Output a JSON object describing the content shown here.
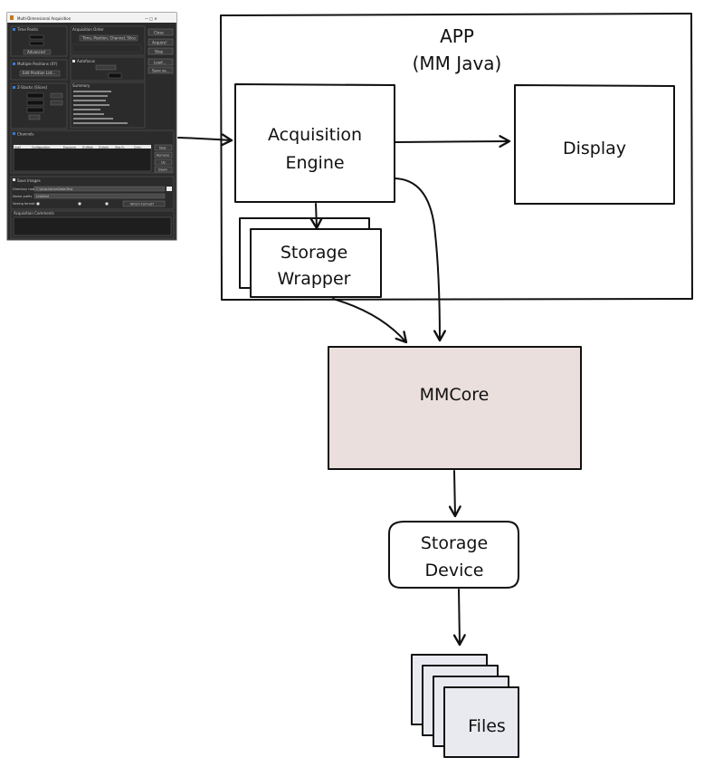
{
  "diagram": {
    "app_label": "APP",
    "app_sublabel": "(MM Java)",
    "acquisition_engine": [
      "Acquisition",
      "Engine"
    ],
    "display": "Display",
    "storage_wrapper": [
      "Storage",
      "Wrapper"
    ],
    "mmcore": "MMCore",
    "storage_device": [
      "Storage",
      "Device"
    ],
    "files": "Files",
    "colors": {
      "stroke": "#111111",
      "mmcore_fill": "#eadfdc",
      "files_fill": "#e8eaf0",
      "window_bg": "#2b2b2b"
    }
  },
  "mda_window": {
    "title": "Multi-Dimensional Acquisition",
    "sections": {
      "time_points": "Time Points",
      "multiple_positions": "Multiple Positions (XY)",
      "z_stacks": "Z-Stacks (Slices)",
      "acquisition_order": "Acquisition Order",
      "autofocus": "Autofocus",
      "summary": "Summary",
      "channels": "Channels",
      "save_images": "Save Images",
      "acquisition_comments": "Acquisition Comments"
    },
    "buttons": [
      "Close",
      "Acquire!",
      "Stop",
      "Load...",
      "Save as..."
    ],
    "edit_position_list": "Edit Position List...",
    "advanced": "Advanced",
    "acquisition_order_value": "Time, Position, Channel, Slice",
    "channels_columns": [
      "Use?",
      "Configuration",
      "Exposure",
      "Z-offset",
      "Z-stack",
      "Skip Fr.",
      "Color"
    ],
    "channels_buttons": [
      "New",
      "Remove",
      "Up",
      "Down"
    ],
    "save_fields": [
      "Directory root",
      "Name prefix",
      "Saving format"
    ],
    "save_button": "Which Format?",
    "directory_value": "C:\\AcquisitionData\\Test",
    "prefix_value": "Untitled"
  }
}
